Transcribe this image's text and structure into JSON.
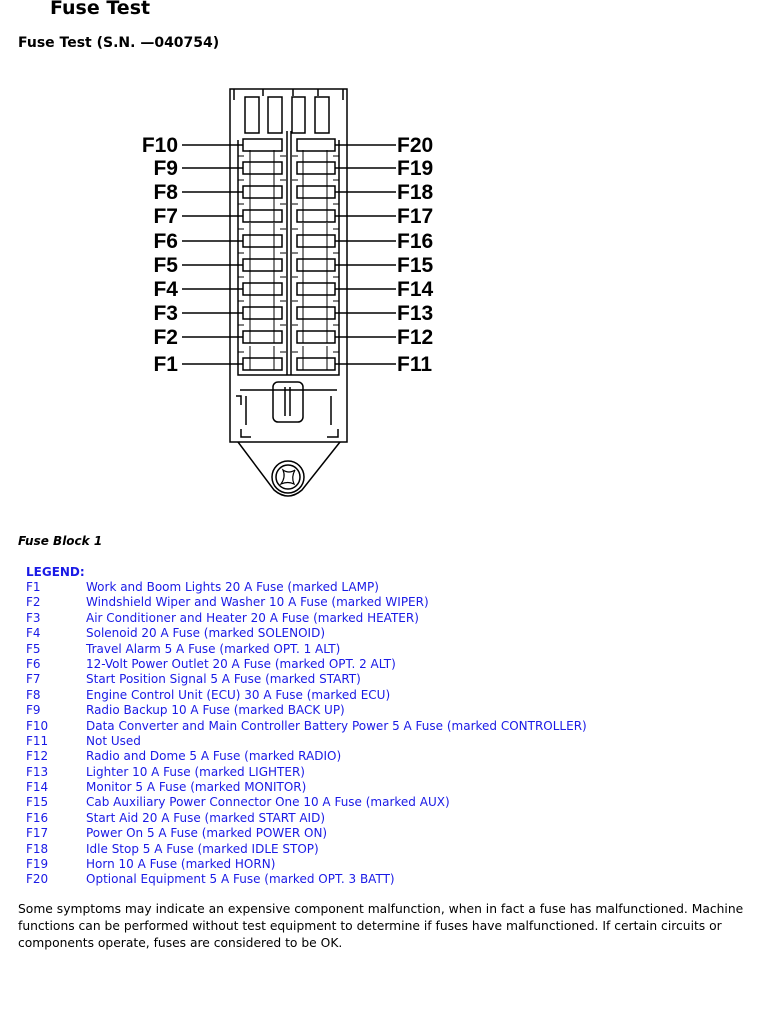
{
  "title": "Fuse Test",
  "subtitle": "Fuse Test (S.N. —040754)",
  "diagram": {
    "left_labels": [
      "F1",
      "F2",
      "F3",
      "F4",
      "F5",
      "F6",
      "F7",
      "F8",
      "F9",
      "F10"
    ],
    "right_labels": [
      "F11",
      "F12",
      "F13",
      "F14",
      "F15",
      "F16",
      "F17",
      "F18",
      "F19",
      "F20"
    ]
  },
  "caption": "Fuse Block 1",
  "legend": {
    "heading": "LEGEND:",
    "items": [
      {
        "code": "F1",
        "text": "Work and Boom Lights 20 A Fuse (marked LAMP)"
      },
      {
        "code": "F2",
        "text": "Windshield Wiper and Washer 10 A Fuse (marked WIPER)"
      },
      {
        "code": "F3",
        "text": "Air Conditioner and Heater 20 A Fuse (marked HEATER)"
      },
      {
        "code": "F4",
        "text": "Solenoid 20 A Fuse (marked SOLENOID)"
      },
      {
        "code": "F5",
        "text": "Travel Alarm 5 A Fuse (marked OPT. 1 ALT)"
      },
      {
        "code": "F6",
        "text": "12-Volt Power Outlet 20 A Fuse (marked OPT. 2 ALT)"
      },
      {
        "code": "F7",
        "text": "Start Position Signal 5 A Fuse (marked START)"
      },
      {
        "code": "F8",
        "text": "Engine Control Unit (ECU) 30 A Fuse (marked ECU)"
      },
      {
        "code": "F9",
        "text": "Radio Backup 10 A Fuse (marked BACK UP)"
      },
      {
        "code": "F10",
        "text": "Data Converter and Main Controller Battery Power 5 A Fuse (marked CONTROLLER)"
      },
      {
        "code": "F11",
        "text": "Not Used"
      },
      {
        "code": "F12",
        "text": "Radio and Dome 5 A Fuse (marked RADIO)"
      },
      {
        "code": "F13",
        "text": "Lighter 10 A Fuse (marked LIGHTER)"
      },
      {
        "code": "F14",
        "text": "Monitor 5 A Fuse (marked MONITOR)"
      },
      {
        "code": "F15",
        "text": "Cab Auxiliary Power Connector One 10 A Fuse (marked AUX)"
      },
      {
        "code": "F16",
        "text": "Start Aid 20 A Fuse (marked START AID)"
      },
      {
        "code": "F17",
        "text": "Power On 5 A Fuse (marked POWER ON)"
      },
      {
        "code": "F18",
        "text": "Idle Stop 5 A Fuse (marked IDLE STOP)"
      },
      {
        "code": "F19",
        "text": "Horn 10 A Fuse (marked HORN)"
      },
      {
        "code": "F20",
        "text": "Optional Equipment 5 A Fuse (marked OPT. 3 BATT)"
      }
    ]
  },
  "paragraph": "Some symptoms may indicate an expensive component malfunction, when in fact a fuse has malfunctioned. Machine functions can be performed without test equipment to determine if fuses have malfunctioned. If certain circuits or components operate, fuses are considered to be OK."
}
